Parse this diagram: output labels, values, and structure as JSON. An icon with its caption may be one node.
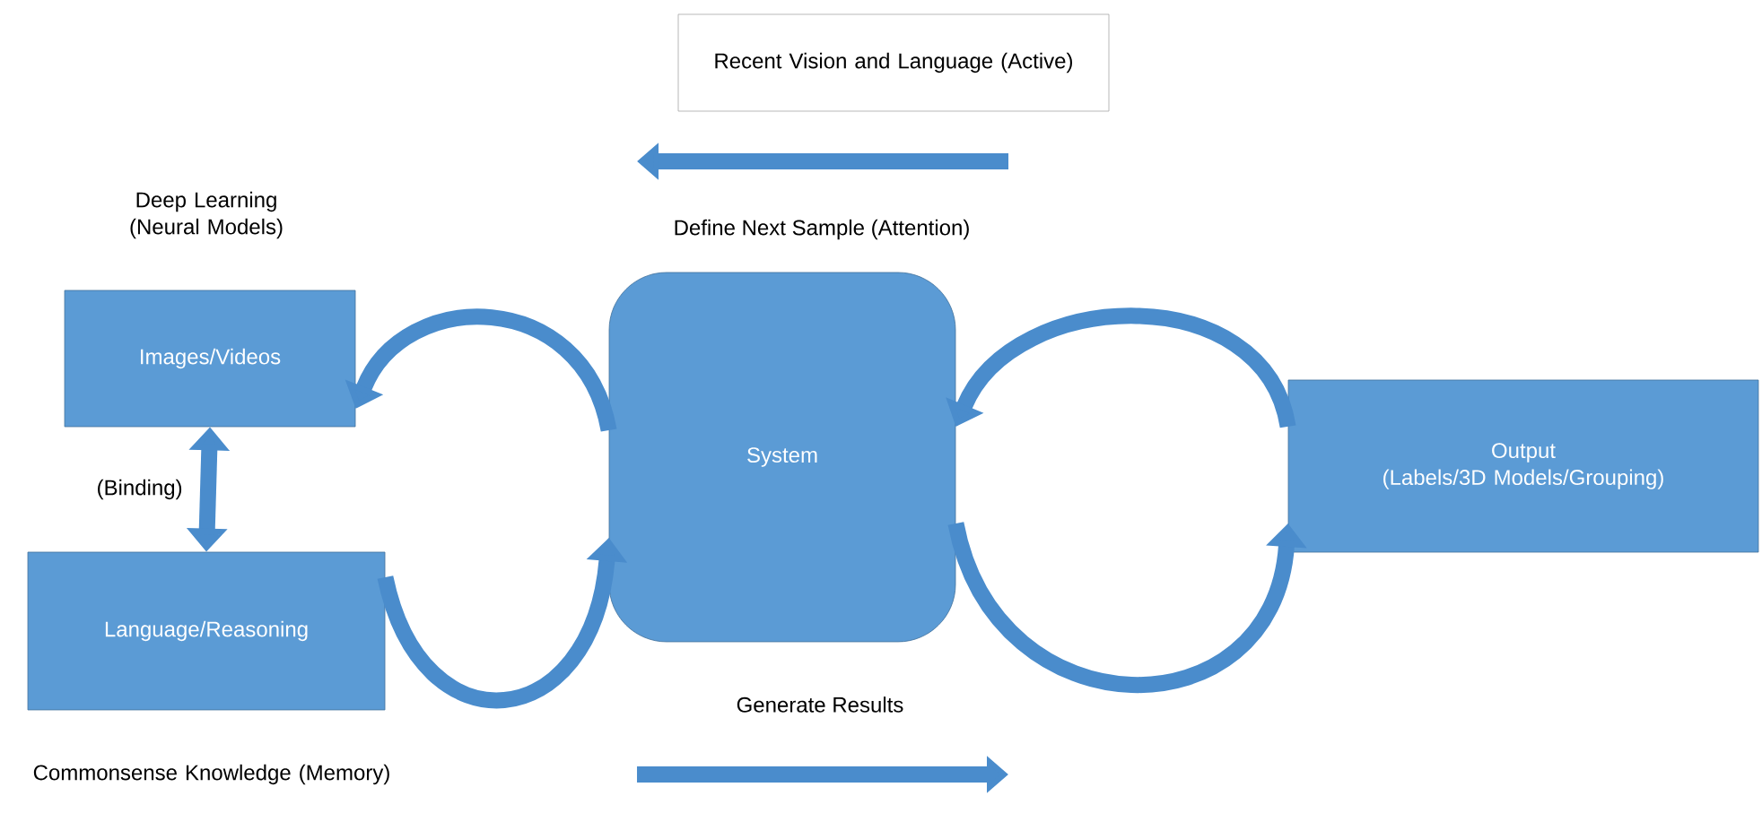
{
  "diagram": {
    "nodes": [
      {
        "text": [
          "Recent Vision and Language (Active)"
        ]
      },
      {
        "text": [
          "Images/Videos"
        ],
        "beside": [
          "Deep Learning (Neural Models)"
        ]
      },
      {
        "text": [
          "Language/Reasoning"
        ],
        "beside": [
          "Commonsense Knowledge (Memory)"
        ]
      },
      {
        "text": [
          "System"
        ]
      },
      {
        "text": [
          "Output",
          "(Labels/3D Models/Grouping)"
        ]
      }
    ],
    "edges": [
      {
        "from": 1,
        "to": 2,
        "arrow": "both",
        "label": "(Binding)"
      },
      {
        "from": 3,
        "to": 1,
        "arrow": "to"
      },
      {
        "from": 2,
        "to": 3,
        "arrow": "to"
      },
      {
        "from": 4,
        "to": 3,
        "arrow": "to"
      },
      {
        "from": 3,
        "to": 4,
        "arrow": "to"
      }
    ],
    "labels": [
      "Define Next Sample (Attention)",
      "Generate Results"
    ]
  }
}
